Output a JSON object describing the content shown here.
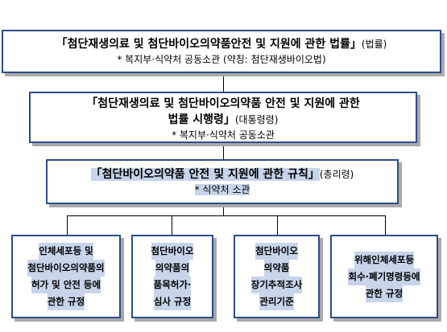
{
  "law": {
    "title": "「첨단재생의료 및 첨단바이오의약품안전 및 지원에 관한 법률」",
    "suffix": "(법률)",
    "sub": "* 복지부·식약처 공동소관 (약칭: 첨단재생바이오법)"
  },
  "decree": {
    "title_line1": "「첨단재생의료 및 첨단바이오의약품 안전 및 지원에 관한",
    "title_line2": "법률 시행령」",
    "suffix": "(대통령령)",
    "sub": "* 복지부·식약처 공동소관"
  },
  "ordinance": {
    "title": "「첨단바이오의약품 안전 및 지원에 관한 규칙」",
    "suffix": "(총리령)",
    "sub": "* 식약처 소관"
  },
  "regulations": [
    {
      "lines": [
        "인체세포등 및",
        "첨단바이오의약품의",
        "허가 및 안전 등에",
        "관한 규정"
      ]
    },
    {
      "lines": [
        "첨단바이오",
        "의약품의",
        "품목허가·",
        "심사 규정"
      ]
    },
    {
      "lines": [
        "첨단바이오",
        "의약품",
        "장기추적조사",
        "관리기준"
      ]
    },
    {
      "lines": [
        "위해인체세포등",
        "회수·폐기명령등에",
        "관한 규정"
      ]
    }
  ]
}
